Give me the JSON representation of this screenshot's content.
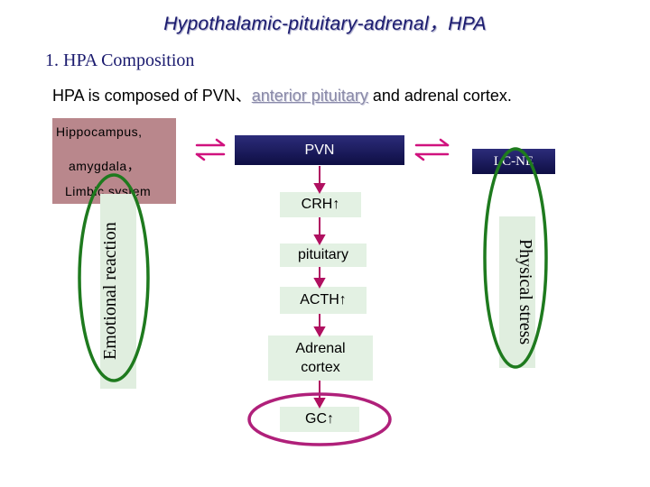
{
  "title": "Hypothalamic-pituitary-adrenal，HPA",
  "heading": "1.  HPA Composition",
  "subtitle": {
    "prefix": "HPA is composed of PVN、",
    "underlined": "anterior pituitary",
    "suffix": " and adrenal cortex."
  },
  "left_box": {
    "line1": "Hippocampus,",
    "line2": "amygdala，",
    "line3": "Limbic system"
  },
  "center": {
    "pvn": "PVN",
    "crh": "CRH↑",
    "pituitary": "pituitary",
    "acth": "ACTH↑",
    "adrenal_line1": "Adrenal",
    "adrenal_line2": "cortex",
    "gc": "GC↑"
  },
  "right_box": {
    "lcne": "LC-NE"
  },
  "side_labels": {
    "left": "Emotional reaction",
    "right": "Physical stress"
  },
  "colors": {
    "title": "#1a1a6e",
    "arrow": "#d0127e",
    "center_arrow": "#b01060",
    "green_ellipse": "#1e7a1e",
    "magenta_ellipse": "#b0207a",
    "navy_box": "#1a1a5e",
    "pink_box": "#b9878c",
    "light_green": "#e3f1e3"
  }
}
